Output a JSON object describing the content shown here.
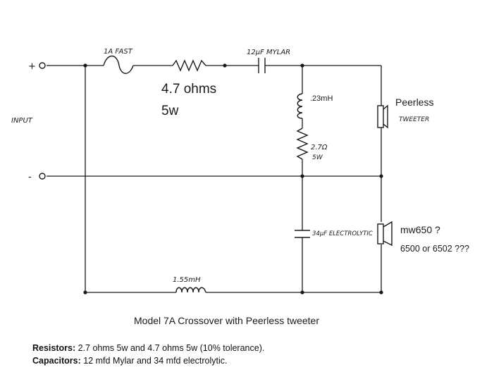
{
  "labels": {
    "fuse": "1A FAST",
    "capacitor_main": "12µF MYLAR",
    "resistor_main_value": "4.7 ohms",
    "resistor_main_power": "5w",
    "terminal_plus": "+",
    "terminal_minus": "-",
    "input": "INPUT",
    "inductor_small": ".23mH",
    "resistor_small_value": "2.7Ω",
    "resistor_small_power": "5W",
    "tweeter_name": "Peerless",
    "tweeter_label": "TWEETER",
    "capacitor_electrolytic": "34µF ELECTROLYTIC",
    "woofer_model": "mw650 ?",
    "woofer_question": "6500 or 6502 ???",
    "inductor_large": "1.55mH",
    "caption": "Model 7A Crossover with Peerless  tweeter"
  },
  "legend": {
    "resistors_label": "Resistors:",
    "resistors_text": " 2.7 ohms 5w and 4.7 ohms 5w (10% tolerance).",
    "capacitors_label": "Capacitors:",
    "capacitors_text": " 12 mfd Mylar and 34 mfd electrolytic."
  }
}
